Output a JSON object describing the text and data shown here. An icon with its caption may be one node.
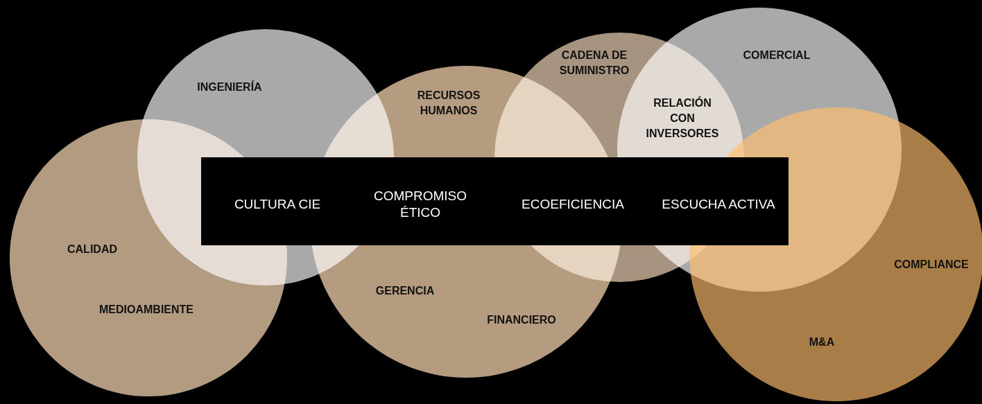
{
  "diagram": {
    "nodes": [
      {
        "text": [
          "CALIDAD",
          "MEDIOAMBIENTE"
        ]
      },
      {
        "text": [
          "INGENIERÍA"
        ]
      },
      {
        "text": [
          "RECURSOS HUMANOS",
          "GERENCIA",
          "FINANCIERO"
        ]
      },
      {
        "text": [
          "CADENA DE SUMINISTRO"
        ]
      },
      {
        "text": [
          "COMERCIAL"
        ]
      },
      {
        "text": [
          "RELACIÓN CON INVERSORES"
        ]
      },
      {
        "text": [
          "COMPLIANCE",
          "M&A"
        ]
      },
      {
        "text": [
          "CULTURA CIE",
          "COMPROMISO ÉTICO",
          "ECOEFICIENCIA",
          "ESCUCHA ACTIVA"
        ]
      }
    ]
  }
}
